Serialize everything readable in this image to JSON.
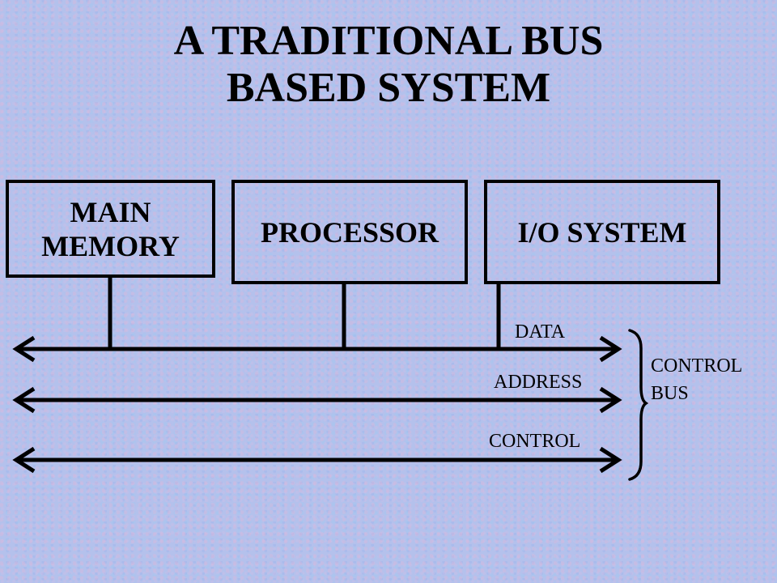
{
  "title": {
    "line1": "A TRADITIONAL  BUS",
    "line2": "BASED  SYSTEM"
  },
  "boxes": {
    "memory": {
      "line1": "MAIN",
      "line2": "MEMORY"
    },
    "processor": "PROCESSOR",
    "io": "I/O SYSTEM"
  },
  "buses": {
    "data": "DATA",
    "address": "ADDRESS",
    "control": "CONTROL"
  },
  "control_bus": {
    "line1": "CONTROL",
    "line2": "BUS"
  },
  "colors": {
    "background": "#b4c1ec",
    "ink": "#000000"
  }
}
